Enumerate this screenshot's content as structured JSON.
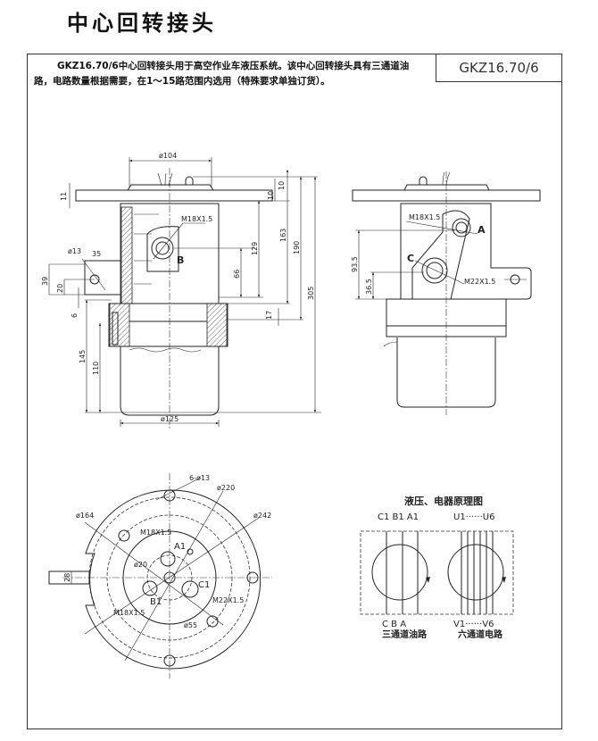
{
  "title": "中心回转接头",
  "model": "GKZ16.70/6",
  "description": "GKZ16.70/6中心回转接头用于高空作业车液压系统。该中心回转接头具有三通道油路，电路数量根据需要，在1～15路范围内选用（特殊要求单独订货）。",
  "front_view": {
    "dims": [
      "ø104",
      "10",
      "10",
      "11",
      "M18X1.5",
      "B",
      "ø13",
      "35",
      "39",
      "20",
      "6",
      "66",
      "129",
      "163",
      "190",
      "305",
      "17",
      "145",
      "110",
      "ø125"
    ]
  },
  "side_view": {
    "labels": [
      "M18X1.5",
      "A",
      "C",
      "93.5",
      "36.5",
      "M22X1.5"
    ]
  },
  "bottom_view": {
    "labels": [
      "6-ø13",
      "ø220",
      "ø164",
      "ø242",
      "M18X1.5",
      "A1",
      "ø20",
      "C1",
      "B1",
      "M18X1.5",
      "M22X1.5",
      "ø55",
      "28"
    ]
  },
  "schematic": {
    "title": "液压、电器原理图",
    "top_oil": "C1  B1  A1",
    "top_elec": "U1······U6",
    "bottom_oil": "C   B   A",
    "bottom_elec": "V1······V6",
    "oil_caption": "三通道油路",
    "elec_caption": "六通道电路"
  }
}
